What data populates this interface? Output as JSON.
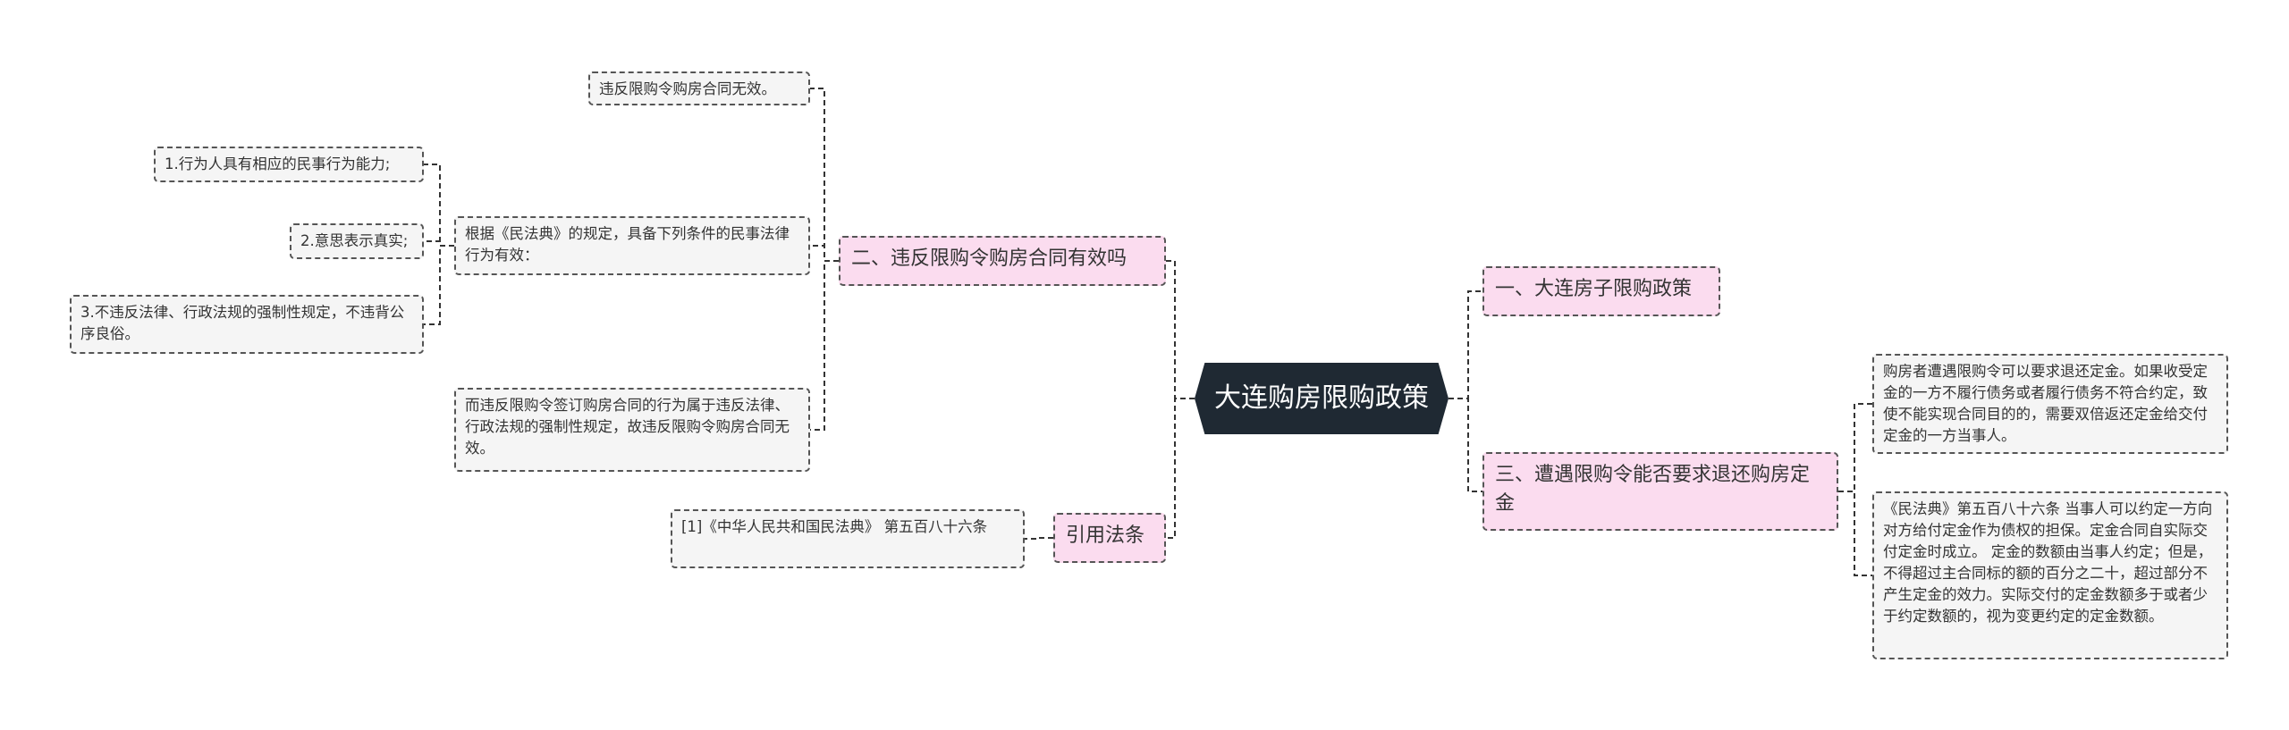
{
  "title": "大连购房限购政策",
  "branches": {
    "b1": {
      "label": "一、大连房子限购政策"
    },
    "b2": {
      "label": "二、违反限购令购房合同有效吗",
      "n1": "违反限购令购房合同无效。",
      "n2": "根据《民法典》的规定，具备下列条件的民事法律行为有效：",
      "n2_children": [
        "1.行为人具有相应的民事行为能力;",
        "2.意思表示真实;",
        "3.不违反法律、行政法规的强制性规定，不违背公序良俗。"
      ],
      "n3": "而违反限购令签订购房合同的行为属于违反法律、行政法规的强制性规定，故违反限购令购房合同无效。"
    },
    "b3": {
      "label": "三、遭遇限购令能否要求退还购房定金",
      "n1": "购房者遭遇限购令可以要求退还定金。如果收受定金的一方不履行债务或者履行债务不符合约定，致使不能实现合同目的的，需要双倍返还定金给交付定金的一方当事人。",
      "n2": "《民法典》第五百八十六条 当事人可以约定一方向对方给付定金作为债权的担保。定金合同自实际交付定金时成立。 定金的数额由当事人约定；但是，不得超过主合同标的额的百分之二十，超过部分不产生定金的效力。实际交付的定金数额多于或者少于约定数额的，视为变更约定的定金数额。"
    },
    "b4": {
      "label": "引用法条",
      "n1": "[1]《中华人民共和国民法典》 第五百八十六条"
    }
  }
}
